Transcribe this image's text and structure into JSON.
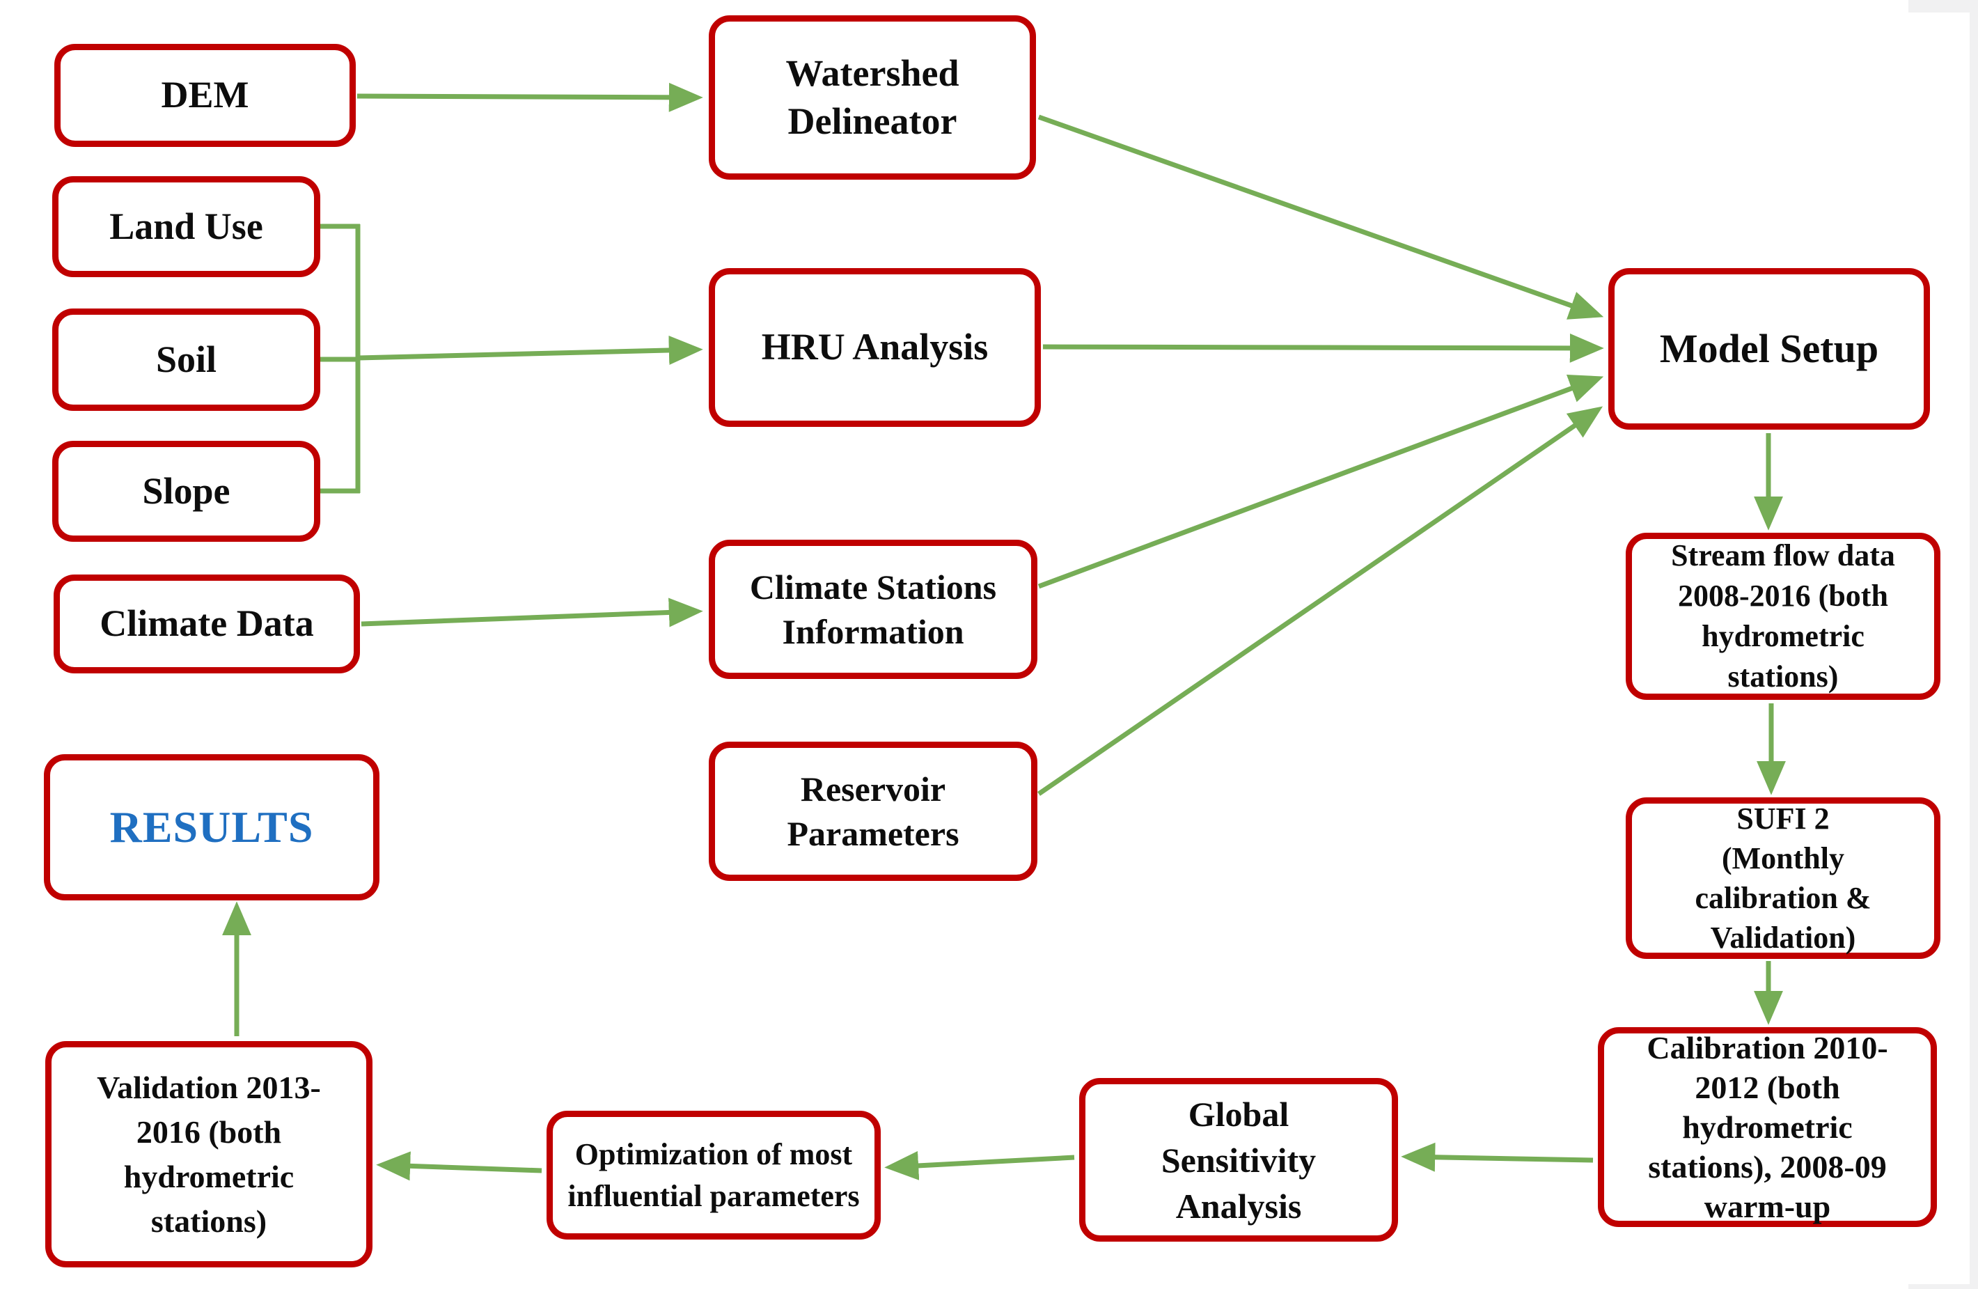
{
  "diagram": {
    "title": "SWAT model setup, calibration and validation flowchart",
    "nodes": {
      "dem": {
        "label": "DEM"
      },
      "land_use": {
        "label": "Land Use"
      },
      "soil": {
        "label": "Soil"
      },
      "slope": {
        "label": "Slope"
      },
      "climate_data": {
        "label": "Climate Data"
      },
      "watershed_delineator": {
        "label": "Watershed\nDelineator"
      },
      "hru_analysis": {
        "label": "HRU Analysis"
      },
      "climate_stations": {
        "label": "Climate Stations\nInformation"
      },
      "reservoir_parameters": {
        "label": "Reservoir\nParameters"
      },
      "model_setup": {
        "label": "Model Setup"
      },
      "stream_flow": {
        "label": "Stream flow data\n2008-2016 (both\nhydrometric\nstations)"
      },
      "sufi2": {
        "label": "SUFI 2\n(Monthly\ncalibration &\nValidation)"
      },
      "calibration": {
        "label": "Calibration 2010-\n2012 (both\nhydrometric\nstations), 2008-09\nwarm-up"
      },
      "global_sensitivity": {
        "label": "Global\nSensitivity\nAnalysis"
      },
      "optimization": {
        "label": "Optimization of most\ninfluential parameters"
      },
      "validation": {
        "label": "Validation 2013-\n2016 (both\nhydrometric\nstations)"
      },
      "results": {
        "label": "RESULTS"
      }
    },
    "edges": [
      {
        "from": "DEM",
        "to": "Watershed Delineator"
      },
      {
        "from": "Land Use",
        "to": "HRU Analysis"
      },
      {
        "from": "Soil",
        "to": "HRU Analysis"
      },
      {
        "from": "Slope",
        "to": "HRU Analysis"
      },
      {
        "from": "Climate Data",
        "to": "Climate Stations Information"
      },
      {
        "from": "Watershed Delineator",
        "to": "Model Setup"
      },
      {
        "from": "HRU Analysis",
        "to": "Model Setup"
      },
      {
        "from": "Climate Stations Information",
        "to": "Model Setup"
      },
      {
        "from": "Reservoir Parameters",
        "to": "Model Setup"
      },
      {
        "from": "Model Setup",
        "to": "Stream flow data 2008-2016 (both hydrometric stations)"
      },
      {
        "from": "Stream flow data 2008-2016 (both hydrometric stations)",
        "to": "SUFI 2 (Monthly calibration & Validation)"
      },
      {
        "from": "SUFI 2 (Monthly calibration & Validation)",
        "to": "Calibration 2010-2012 (both hydrometric stations), 2008-09 warm-up"
      },
      {
        "from": "Calibration 2010-2012 (both hydrometric stations), 2008-09 warm-up",
        "to": "Global Sensitivity Analysis"
      },
      {
        "from": "Global Sensitivity Analysis",
        "to": "Optimization of most influential parameters"
      },
      {
        "from": "Optimization of most influential parameters",
        "to": "Validation 2013-2016 (both hydrometric stations)"
      },
      {
        "from": "Validation 2013-2016 (both hydrometric stations)",
        "to": "RESULTS"
      }
    ],
    "colors": {
      "box_border": "#c00000",
      "arrow": "#76ad56",
      "results_text": "#1f6fc1",
      "text": "#0d0d0d",
      "page_edge": "#f1f1f2"
    }
  }
}
